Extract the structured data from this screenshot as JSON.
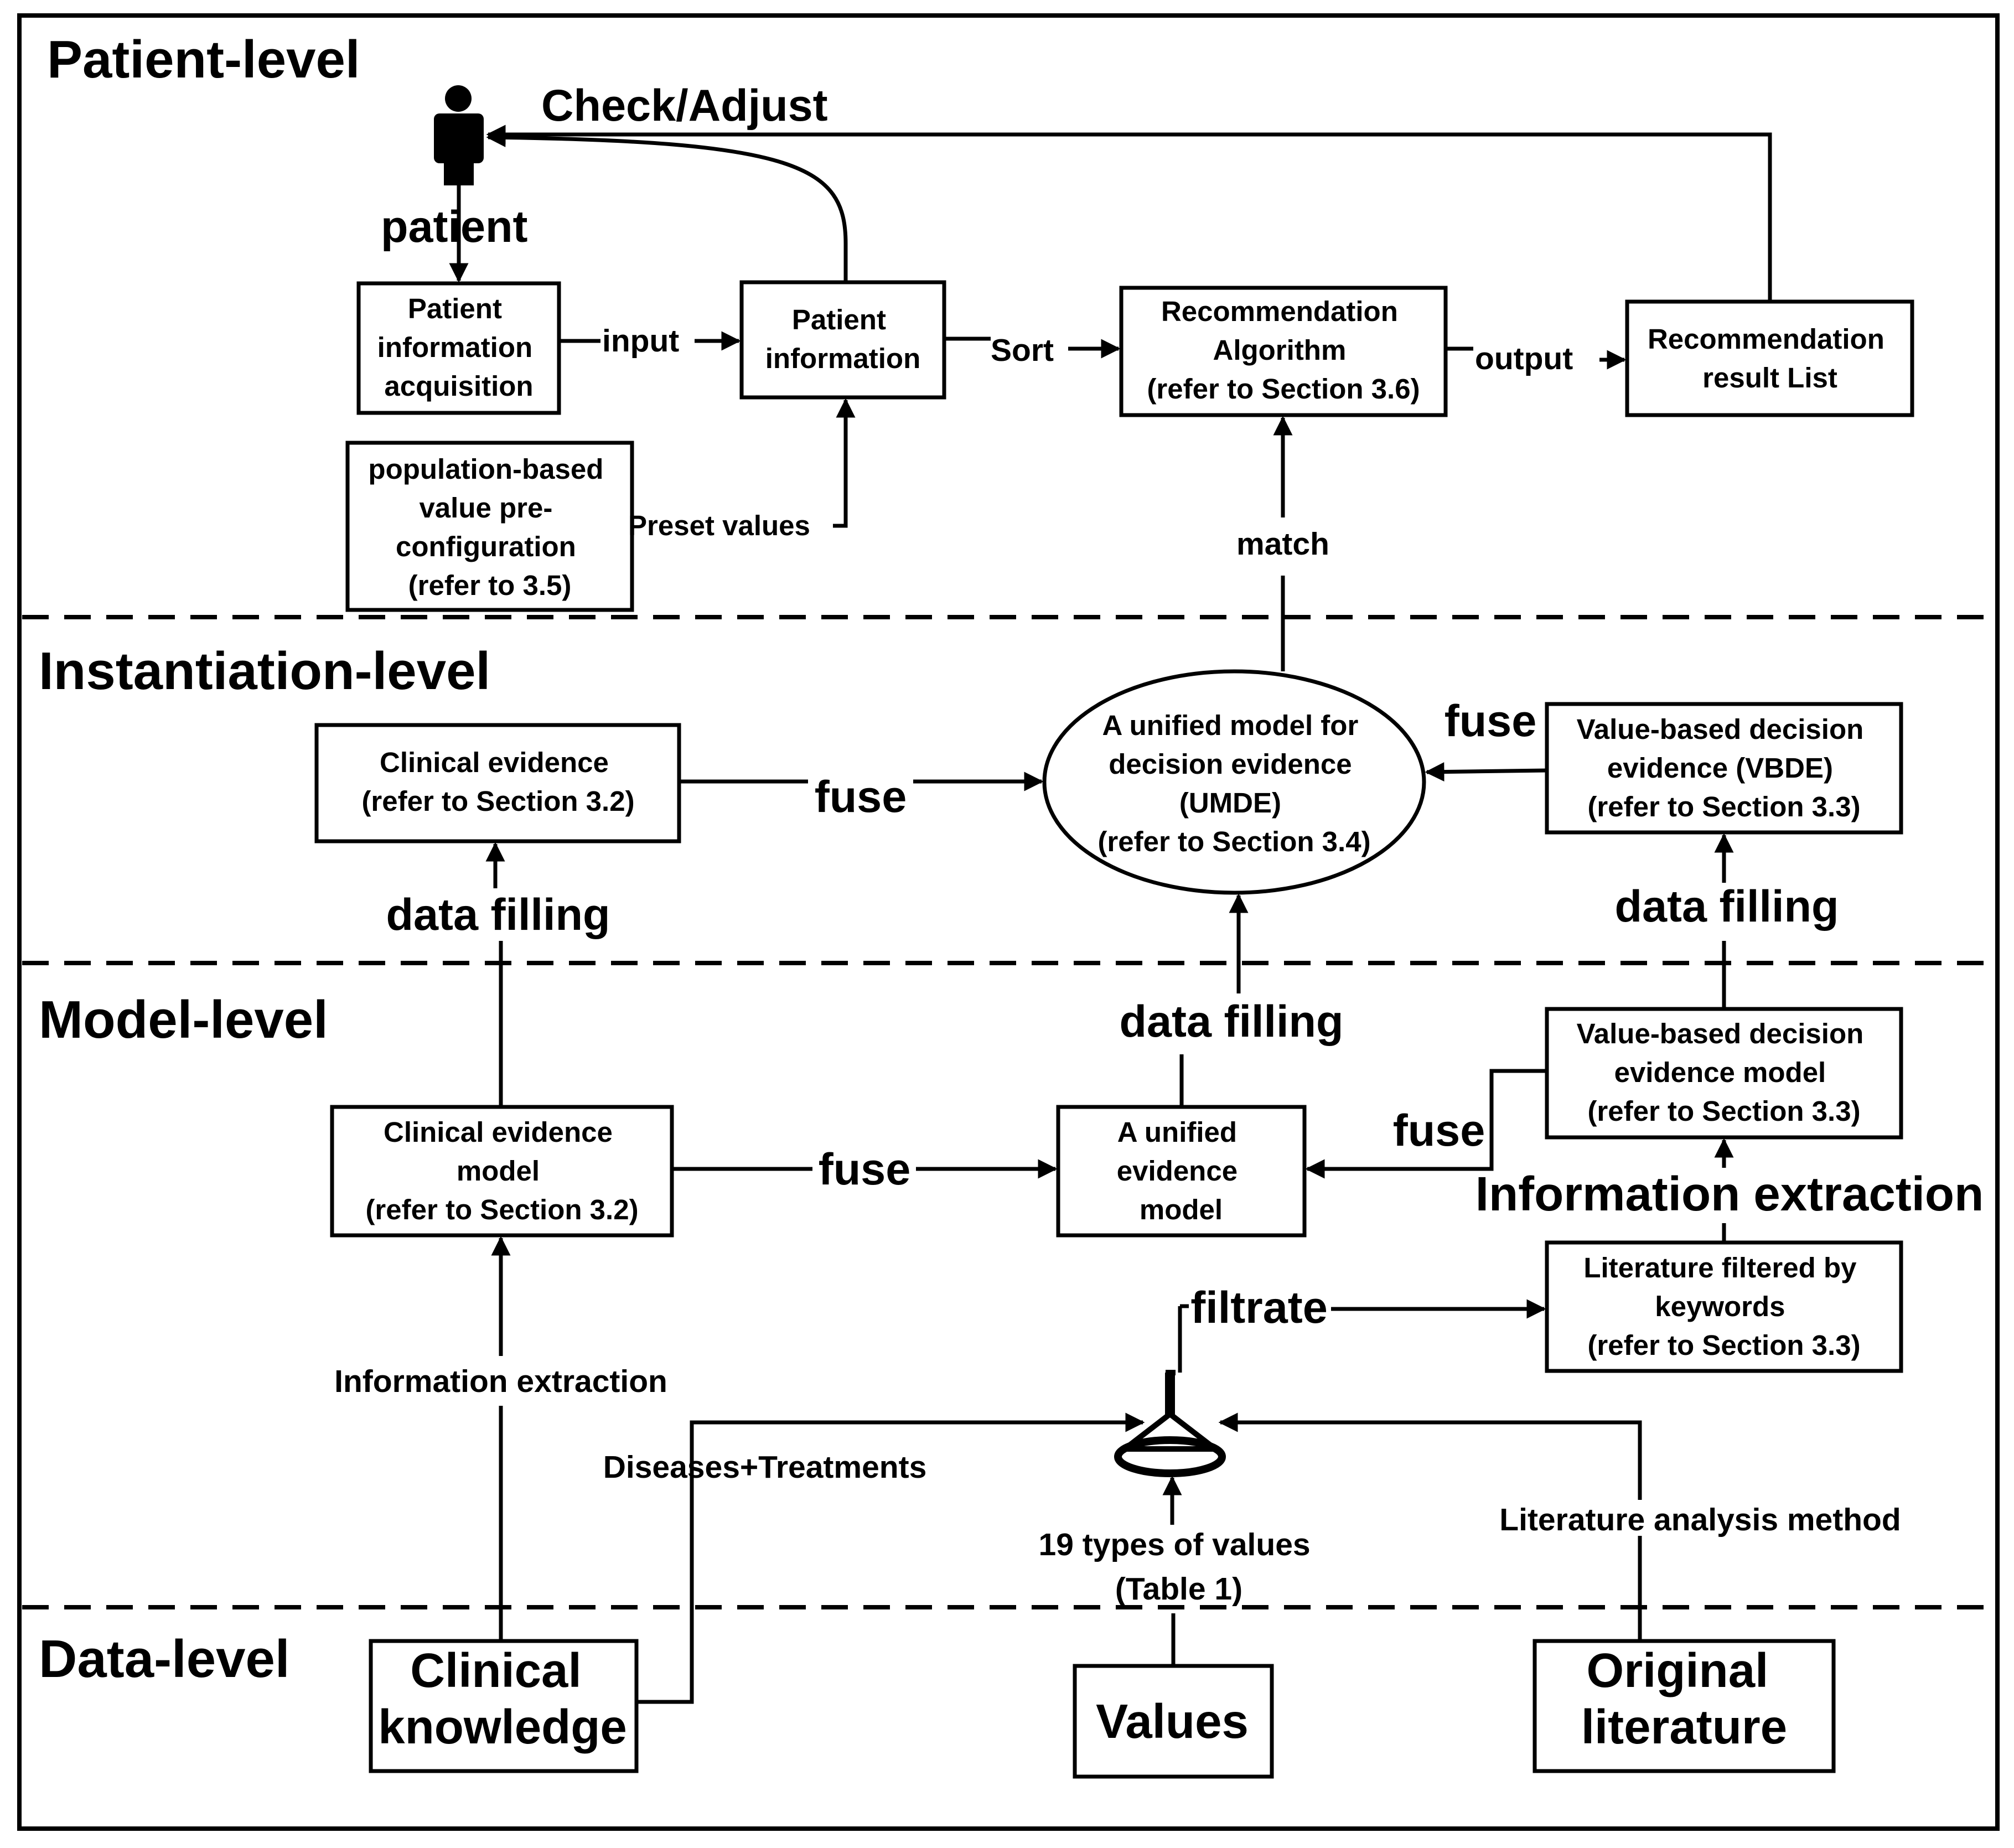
{
  "levels": {
    "patient": "Patient-level",
    "instantiation": "Instantiation-level",
    "model": "Model-level",
    "data": "Data-level"
  },
  "boxes": {
    "patient_acq": [
      "Patient",
      "information",
      "acquisition"
    ],
    "patient_info": [
      "Patient",
      "information"
    ],
    "rec_algo": [
      "Recommendation",
      "Algorithm",
      "(refer to Section 3.6)"
    ],
    "rec_result": [
      "Recommendation",
      "result List"
    ],
    "population": [
      "population-based",
      "value pre-",
      "configuration",
      "(refer to 3.5)"
    ],
    "clinical_evidence": [
      "Clinical evidence",
      "(refer to Section 3.2)"
    ],
    "umde": [
      "A unified model for",
      "decision evidence",
      "(UMDE)",
      "(refer to Section 3.4)"
    ],
    "vbde": [
      "Value-based decision",
      "evidence (VBDE)",
      "(refer to Section 3.3)"
    ],
    "clinical_model": [
      "Clinical evidence",
      "model",
      "(refer to Section 3.2)"
    ],
    "unified_model": [
      "A unified",
      "evidence",
      "model"
    ],
    "vbde_model": [
      "Value-based decision",
      "evidence model",
      "(refer to Section 3.3)"
    ],
    "lit_filtered": [
      "Literature filtered by",
      "keywords",
      "(refer to Section 3.3)"
    ],
    "clinical_knowledge": [
      "Clinical",
      "knowledge"
    ],
    "values": [
      "Values"
    ],
    "original_lit": [
      "Original",
      "literature"
    ]
  },
  "labels": {
    "check_adjust": "Check/Adjust",
    "patient": "patient",
    "input": "input",
    "sort": "Sort",
    "output": "output",
    "preset_values": "Preset values",
    "match": "match",
    "fuse": "fuse",
    "data_filling": "data filling",
    "information_extraction": "Information extraction",
    "filtrate": "filtrate",
    "diseases_treatments": "Diseases+Treatments",
    "types_of_values": [
      "19 types of values",
      "(Table 1)"
    ],
    "literature_analysis": "Literature analysis method"
  }
}
